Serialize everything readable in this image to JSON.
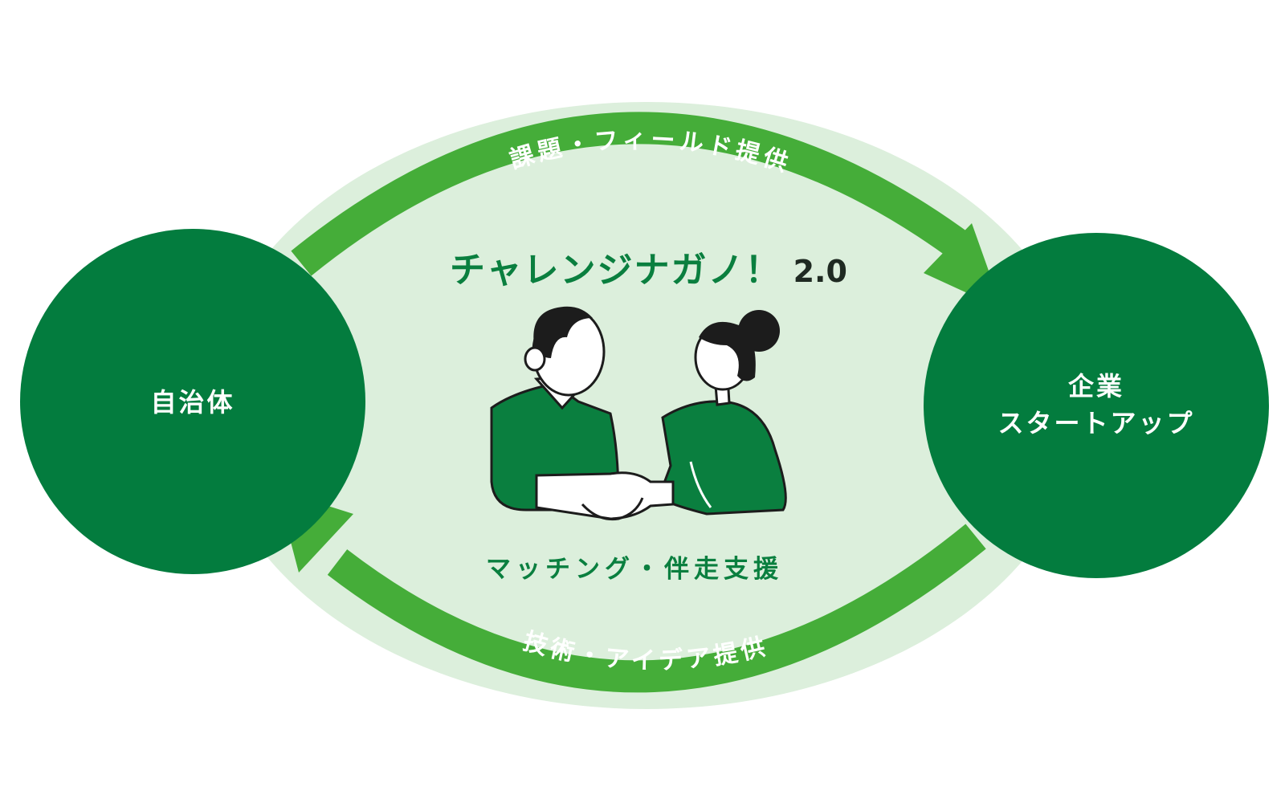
{
  "left_node": {
    "label": "自治体"
  },
  "right_node": {
    "lines": [
      "企業",
      "スタートアップ"
    ]
  },
  "top_arrow": {
    "label": "課題・フィールド提供"
  },
  "bottom_arrow": {
    "label": "技術・アイデア提供"
  },
  "center": {
    "logo": "チャレンジナガノ！",
    "version": "2.0",
    "caption": "マッチング・伴走支援"
  },
  "colors": {
    "node_green": "#037c3e",
    "arrow_green": "#45ad39",
    "ellipse_bg": "#dcefdc",
    "accent_text": "#0a7f3f",
    "ink": "#1c1c1c"
  }
}
